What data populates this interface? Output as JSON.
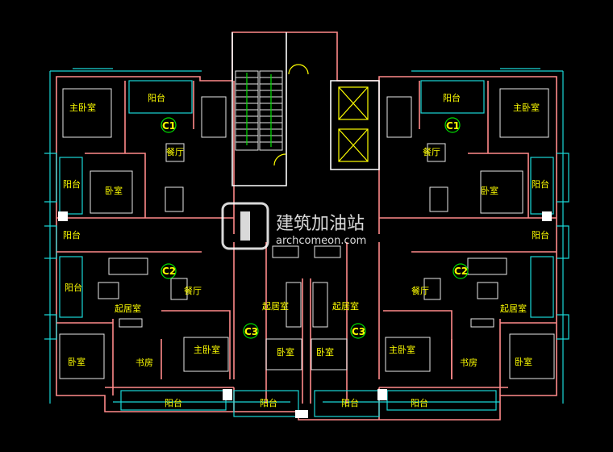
{
  "rooms": {
    "master_bed_tl": "主卧室",
    "balcony_top_l": "阳台",
    "unit_c1_l": "C1",
    "dining_l1": "餐厅",
    "balcony_side_l1": "阳台",
    "bedroom_l1": "卧室",
    "balcony_side_l2": "阳台",
    "unit_c2_l": "C2",
    "balcony_side_l3": "阳台",
    "dining_l2": "餐厅",
    "living_l": "起居室",
    "bedroom_bl": "卧室",
    "study_l": "书房",
    "master_bed_bl": "主卧室",
    "living_c3_l": "起居室",
    "unit_c3_l": "C3",
    "bedroom_c3_l": "卧室",
    "living_c3_r": "起居室",
    "unit_c3_r": "C3",
    "bedroom_c3_r": "卧室",
    "master_bed_br": "主卧室",
    "study_r": "书房",
    "bedroom_br": "卧室",
    "balcony_bot_1": "阳台",
    "balcony_bot_2": "阳台",
    "balcony_bot_3": "阳台",
    "balcony_bot_4": "阳台",
    "master_bed_tr": "主卧室",
    "balcony_top_r": "阳台",
    "unit_c1_r": "C1",
    "dining_r1": "餐厅",
    "bedroom_r1": "卧室",
    "balcony_side_r1": "阳台",
    "balcony_side_r2": "阳台",
    "unit_c2_r": "C2",
    "dining_r2": "餐厅",
    "living_r": "起居室"
  },
  "watermark": {
    "title": "建筑加油站",
    "subtitle": "archcomeon.com"
  }
}
